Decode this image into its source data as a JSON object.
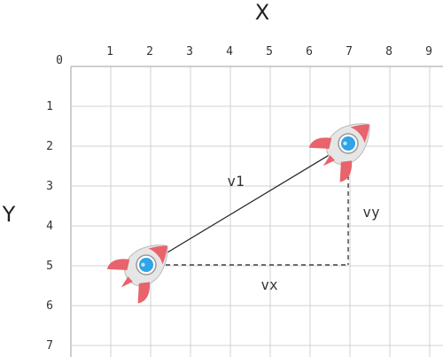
{
  "axes": {
    "x_title": "X",
    "y_title": "Y",
    "origin_label": "0",
    "x_ticks": [
      "1",
      "2",
      "3",
      "4",
      "5",
      "6",
      "7",
      "8",
      "9"
    ],
    "y_ticks": [
      "1",
      "2",
      "3",
      "4",
      "5",
      "6",
      "7"
    ]
  },
  "vectors": {
    "v1_label": "v1",
    "vx_label": "vx",
    "vy_label": "vy"
  },
  "rockets": [
    {
      "name": "rocket-start",
      "x": 2,
      "y": 5
    },
    {
      "name": "rocket-end",
      "x": 7,
      "y": 2
    }
  ],
  "colors": {
    "grid": "#d0d0d0",
    "rocket_fin": "#e8636b",
    "rocket_body": "#e0e0e0",
    "rocket_window": "#2fa4e7"
  }
}
